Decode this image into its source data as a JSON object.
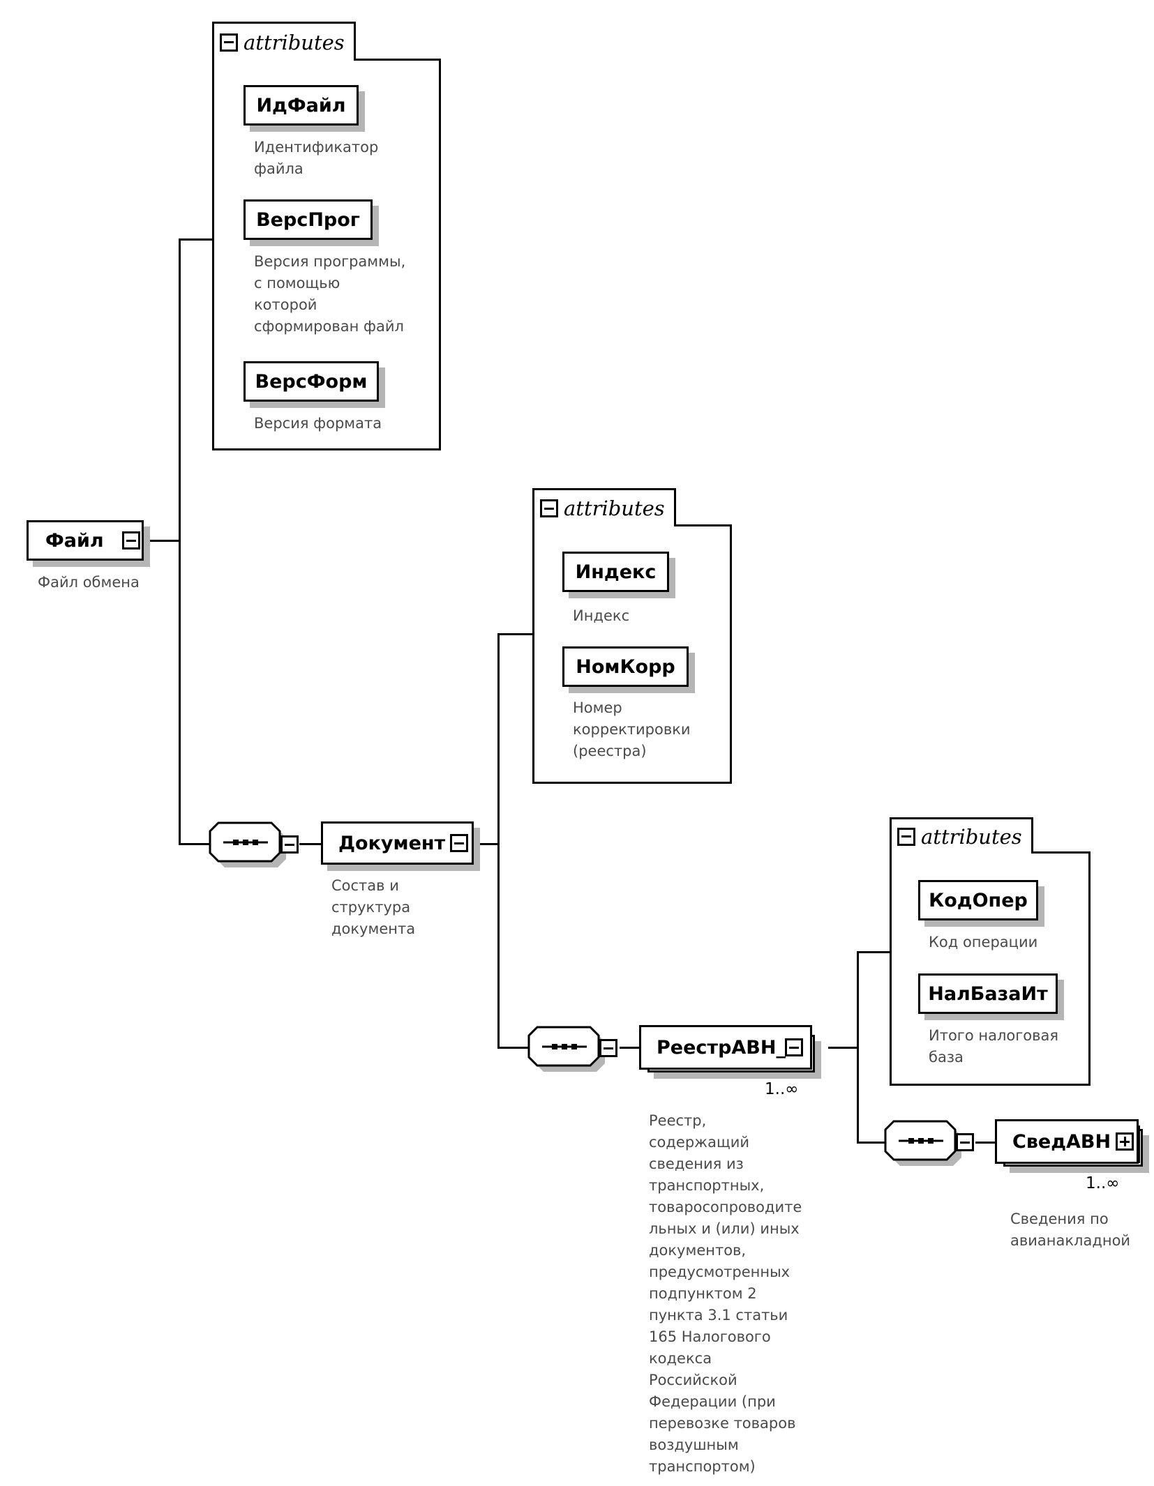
{
  "group_label": "attributes",
  "root": {
    "name": "Файл",
    "desc": "Файл обмена"
  },
  "root_attributes": [
    {
      "name": "ИдФайл",
      "desc": "Идентификатор\nфайла"
    },
    {
      "name": "ВерсПрог",
      "desc": "Версия программы,\nс помощью\nкоторой\nсформирован файл"
    },
    {
      "name": "ВерсФорм",
      "desc": "Версия формата"
    }
  ],
  "document": {
    "name": "Документ",
    "desc": "Состав и\nструктура\nдокумента"
  },
  "document_attributes": [
    {
      "name": "Индекс",
      "desc": "Индекс"
    },
    {
      "name": "НомКорр",
      "desc": "Номер\nкорректировки\n(реестра)"
    }
  ],
  "registry": {
    "name": "РеестрАВН_9",
    "cardinality": "1..∞",
    "desc": "Реестр,\nсодержащий\nсведения из\nтранспортных,\nтоваросопроводите\nльных и (или) иных\nдокументов,\nпредусмотренных\nподпунктом 2\nпункта 3.1 статьи\n165 Налогового\nкодекса\nРоссийской\nФедерации (при\nперевозке товаров\nвоздушным\nтранспортом)"
  },
  "registry_attributes": [
    {
      "name": "КодОпер",
      "desc": "Код операции"
    },
    {
      "name": "НалБазаИт",
      "desc": "Итого налоговая\nбаза"
    }
  ],
  "sved": {
    "name": "СведАВН",
    "cardinality": "1..∞",
    "desc": "Сведения по\nавианакладной"
  }
}
